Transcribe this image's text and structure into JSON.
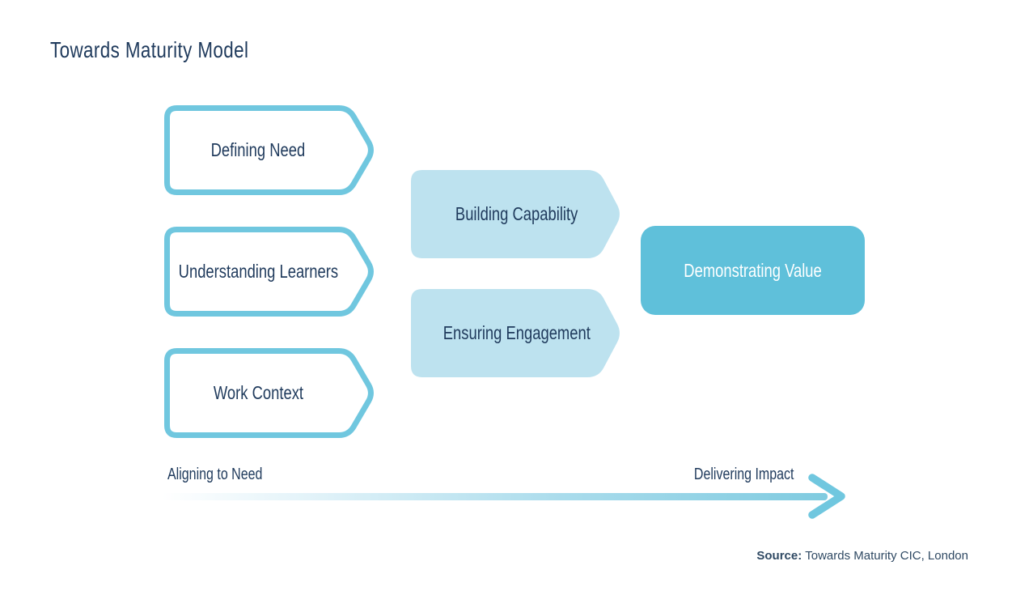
{
  "title": "Towards Maturity Model",
  "stages": {
    "left": [
      "Defining Need",
      "Understanding Learners",
      "Work Context"
    ],
    "middle": [
      "Building Capability",
      "Ensuring Engagement"
    ],
    "right": "Demonstrating Value"
  },
  "axis": {
    "left_label": "Aligning to Need",
    "right_label": "Delivering Impact"
  },
  "source": {
    "prefix": "Source:",
    "text": "Towards Maturity CIC, London"
  },
  "colors": {
    "navy": "#1F3A5C",
    "teal": "#70C7DF",
    "mid-fill": "#BDE2EF",
    "right-fill": "#5FC0DA",
    "grad-end": "#7FCBE0",
    "source": "#2F4963"
  },
  "icons": {
    "arrowhead": "chevron-right"
  }
}
